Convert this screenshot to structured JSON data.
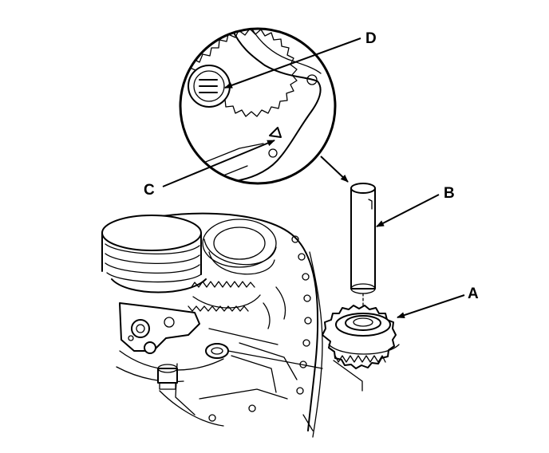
{
  "callouts": {
    "a": "A",
    "b": "B",
    "c": "C",
    "d": "D"
  },
  "parts": {
    "a_icon": "gear-icon",
    "b_icon": "pin-icon"
  }
}
